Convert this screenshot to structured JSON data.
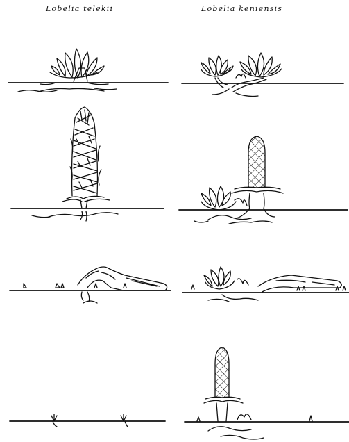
{
  "columns": {
    "left_title": "Lobelia telekii",
    "right_title": "Lobelia keniensis"
  },
  "colors": {
    "ink": "#111111",
    "paper": "#ffffff"
  },
  "panels": [
    {
      "row": 1,
      "species": "Lobelia telekii",
      "depicts": "rosette"
    },
    {
      "row": 1,
      "species": "Lobelia keniensis",
      "depicts": "two rosettes with offshoot"
    },
    {
      "row": 2,
      "species": "Lobelia telekii",
      "depicts": "flowering hairy inflorescence"
    },
    {
      "row": 2,
      "species": "Lobelia keniensis",
      "depicts": "flowering inflorescence with side rosette"
    },
    {
      "row": 3,
      "species": "Lobelia telekii",
      "depicts": "collapsed dead stalk with seedlings"
    },
    {
      "row": 3,
      "species": "Lobelia keniensis",
      "depicts": "collapsed stalk with surviving rosette"
    },
    {
      "row": 4,
      "species": "Lobelia telekii",
      "depicts": "seedlings only"
    },
    {
      "row": 4,
      "species": "Lobelia keniensis",
      "depicts": "new inflorescence from clone"
    }
  ]
}
